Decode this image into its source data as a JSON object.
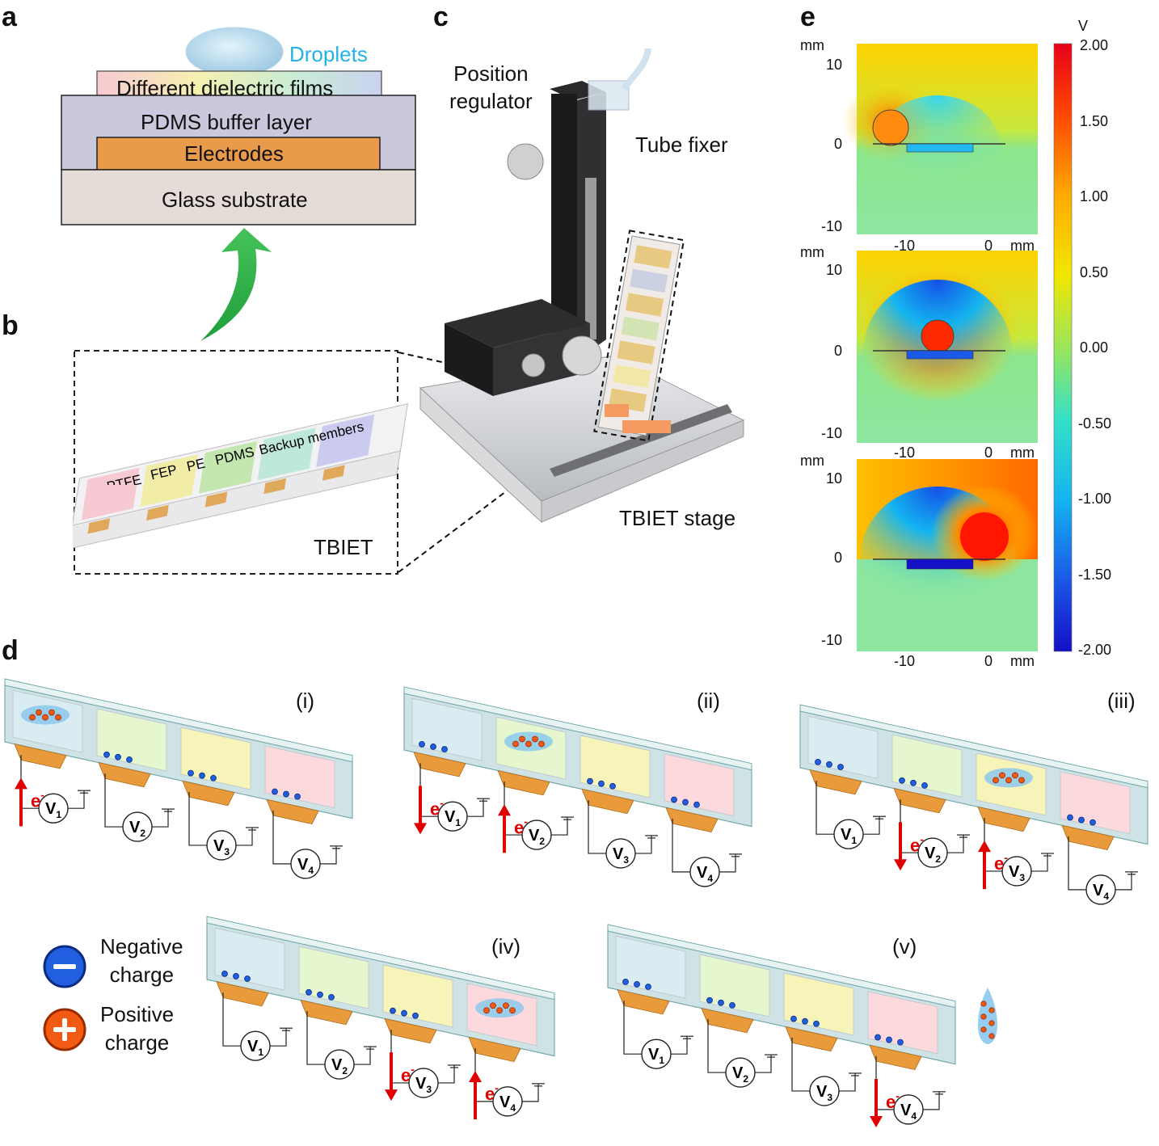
{
  "panels": {
    "a": {
      "letter": "a",
      "droplets_label": "Droplets",
      "layers": [
        "Different dielectric films",
        "PDMS buffer layer",
        "Electrodes",
        "Glass substrate"
      ],
      "droplet_color": "#25b2e6"
    },
    "b": {
      "letter": "b",
      "films": [
        "PTFE",
        "FEP",
        "PE",
        "PDMS",
        "Backup members"
      ],
      "device_label": "TBIET"
    },
    "c": {
      "letter": "c",
      "position_regulator": "Position\nregulator",
      "tube_fixer": "Tube fixer",
      "stage_label": "TBIET stage"
    },
    "d": {
      "letter": "d",
      "steps": [
        "(i)",
        "(ii)",
        "(iii)",
        "(iv)",
        "(v)"
      ],
      "voltmeters": [
        "V1",
        "V2",
        "V3",
        "V4"
      ],
      "electron_label": "e-",
      "legend": {
        "negative": "Negative\ncharge",
        "positive": "Positive\ncharge"
      }
    },
    "e": {
      "letter": "e",
      "unit": "V",
      "axis_unit": "mm",
      "y_ticks": [
        "10",
        "0",
        "-10"
      ],
      "x_ticks": [
        "-10",
        "0",
        "mm"
      ],
      "colorbar_ticks": [
        "2.00",
        "1.50",
        "1.00",
        "0.50",
        "0.00",
        "-0.50",
        "-1.00",
        "-1.50",
        "-2.00"
      ]
    }
  }
}
